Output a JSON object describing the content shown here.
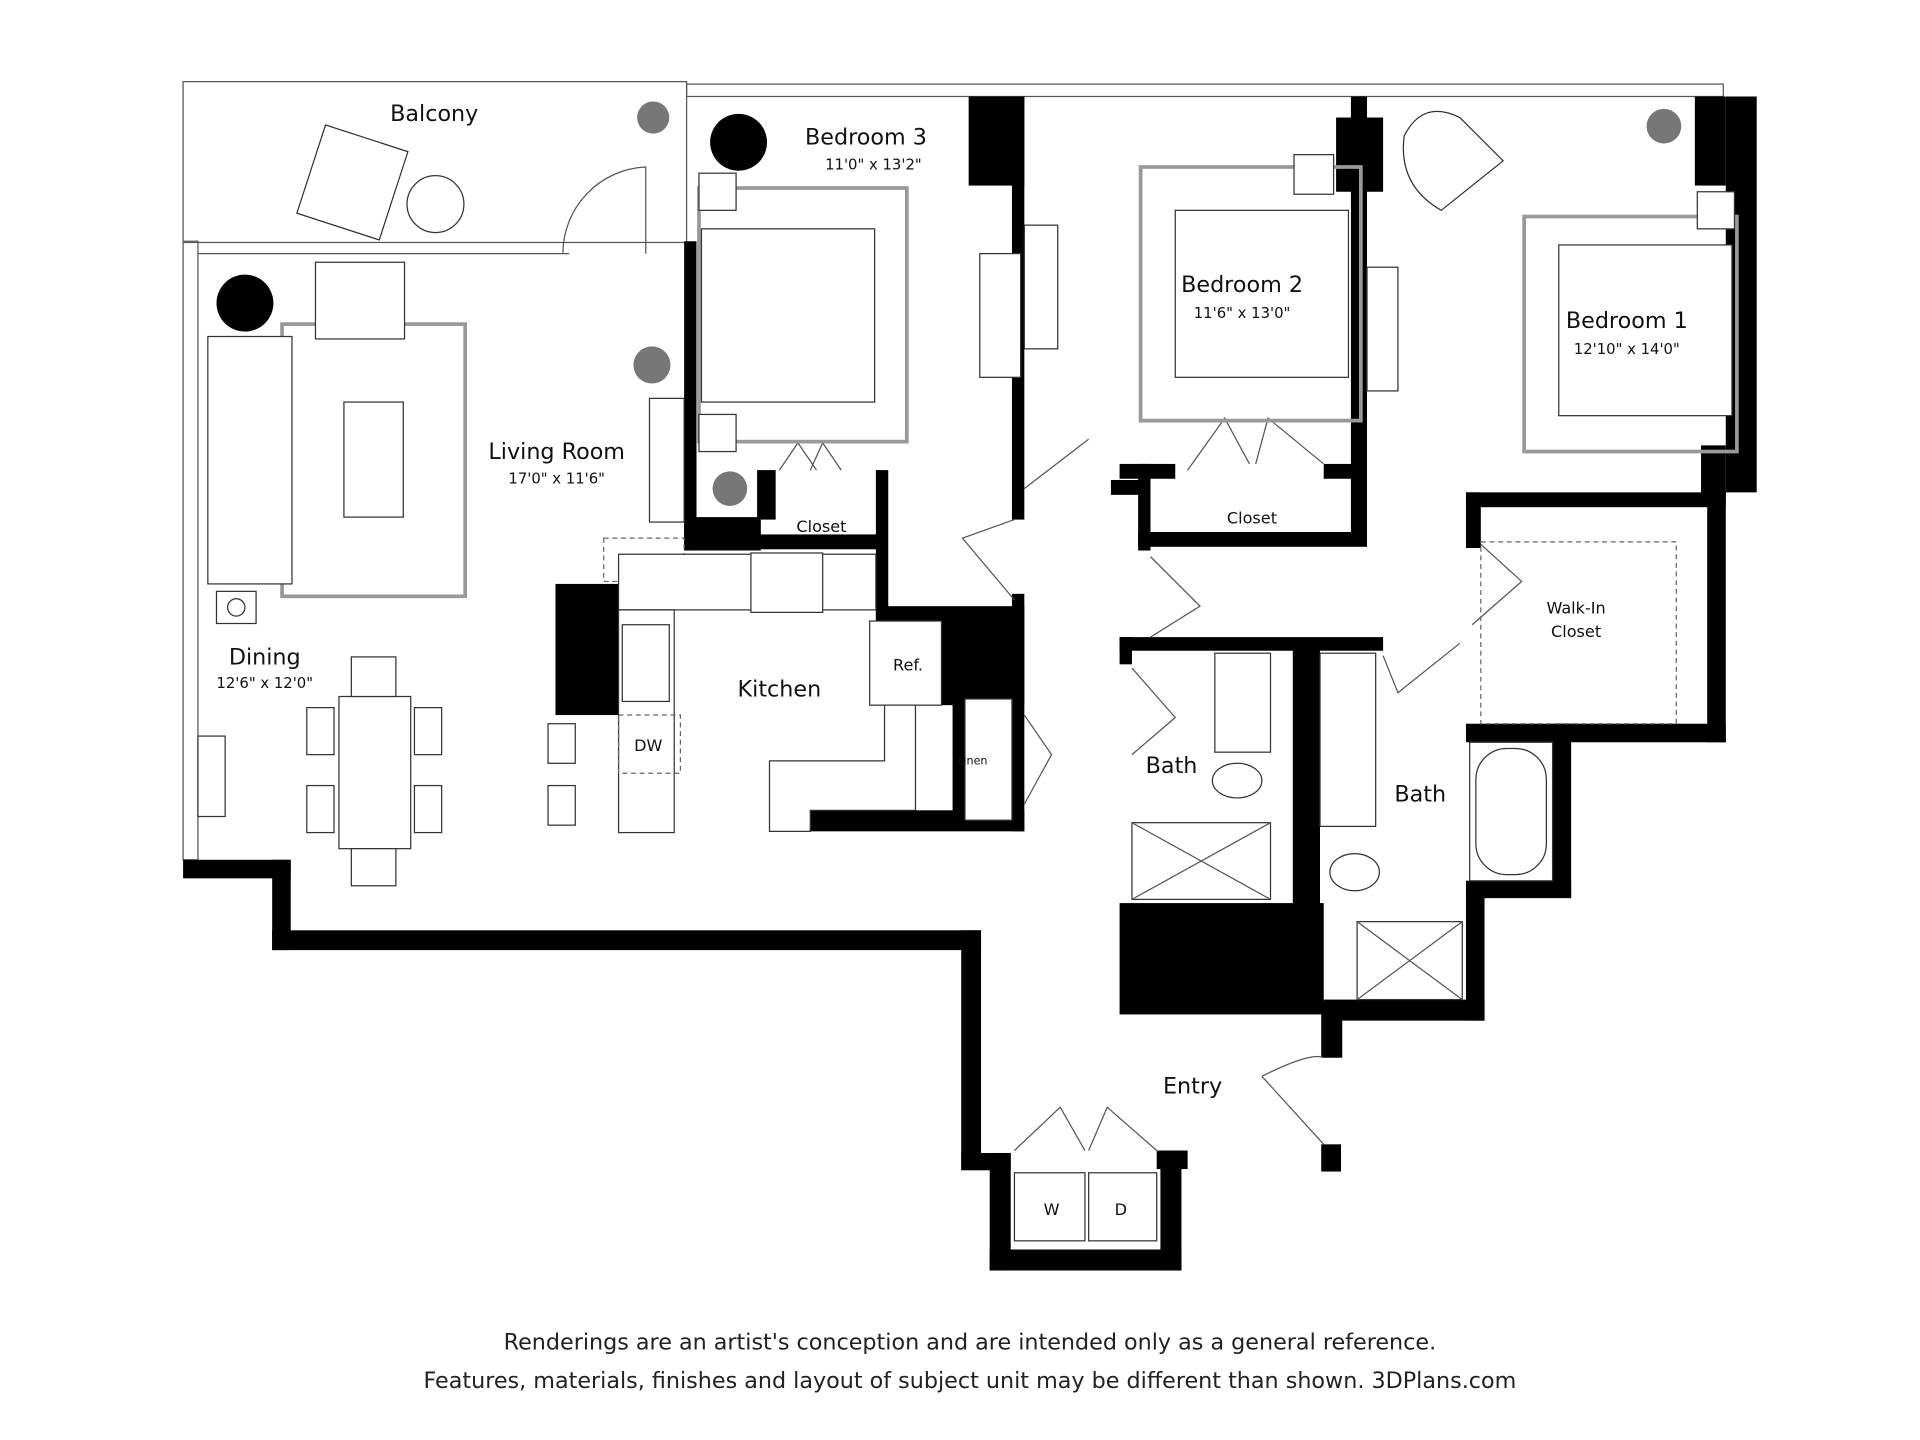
{
  "rooms": {
    "balcony": {
      "name": "Balcony"
    },
    "bedroom3": {
      "name": "Bedroom 3",
      "size": "11'0\" x 13'2\""
    },
    "bedroom2": {
      "name": "Bedroom 2",
      "size": "11'6\" x 13'0\""
    },
    "bedroom1": {
      "name": "Bedroom 1",
      "size": "12'10\" x 14'0\""
    },
    "living": {
      "name": "Living Room",
      "size": "17'0\" x 11'6\""
    },
    "dining": {
      "name": "Dining",
      "size": "12'6\" x 12'0\""
    },
    "kitchen": {
      "name": "Kitchen"
    },
    "closet3": {
      "name": "Closet"
    },
    "closet2": {
      "name": "Closet"
    },
    "walkin": {
      "line1": "Walk-In",
      "line2": "Closet"
    },
    "bath_left": {
      "name": "Bath"
    },
    "bath_right": {
      "name": "Bath"
    },
    "entry": {
      "name": "Entry"
    }
  },
  "fixtures": {
    "refrigerator": "Ref.",
    "dishwasher": "DW",
    "linen": "Linen",
    "washer": "W",
    "dryer": "D"
  },
  "disclaimer": {
    "line1": "Renderings are an artist's conception and are intended only as a general reference.",
    "line2": "Features, materials, finishes and layout of subject unit may be different than shown. 3DPlans.com"
  }
}
